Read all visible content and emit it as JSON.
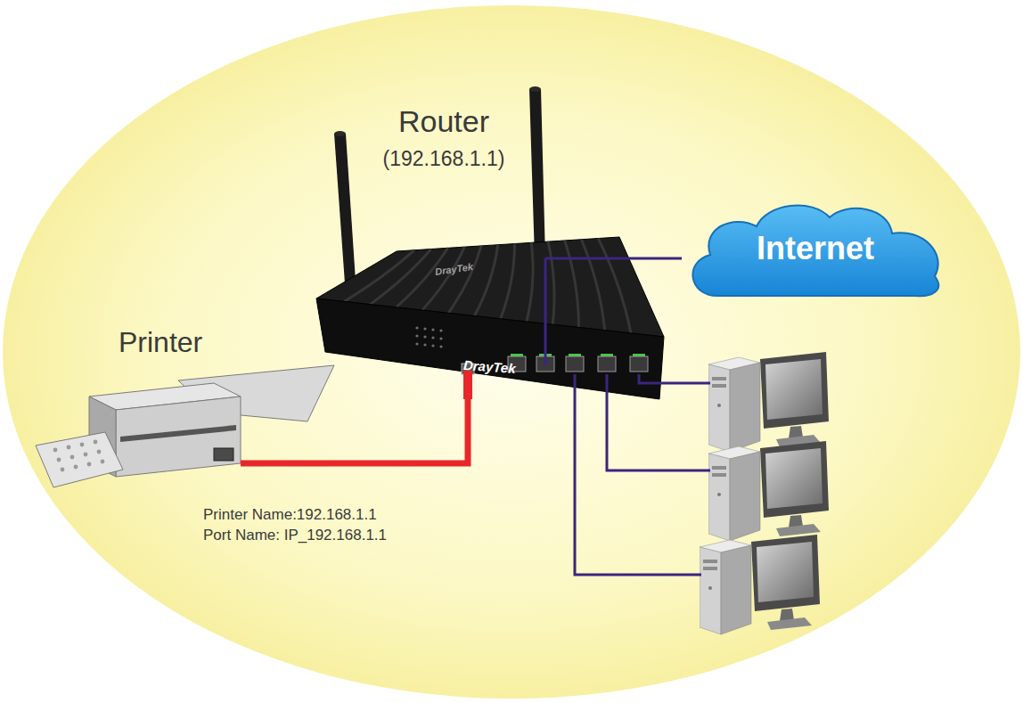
{
  "diagram": {
    "nodes": [
      {
        "text": [
          "Router",
          "(192.168.1.1)"
        ]
      },
      {
        "text": [
          "Internet"
        ]
      },
      {
        "text": [
          "Printer",
          "Printer Name:192.168.1.1",
          "Port Name: IP_192.168.1.1"
        ]
      }
    ],
    "edges": [
      {
        "from": 2,
        "to": 0,
        "arrow": "none"
      },
      {
        "from": 0,
        "to": 1,
        "arrow": "none"
      }
    ],
    "labels": [
      "DrayTek",
      "DrayTek"
    ]
  }
}
